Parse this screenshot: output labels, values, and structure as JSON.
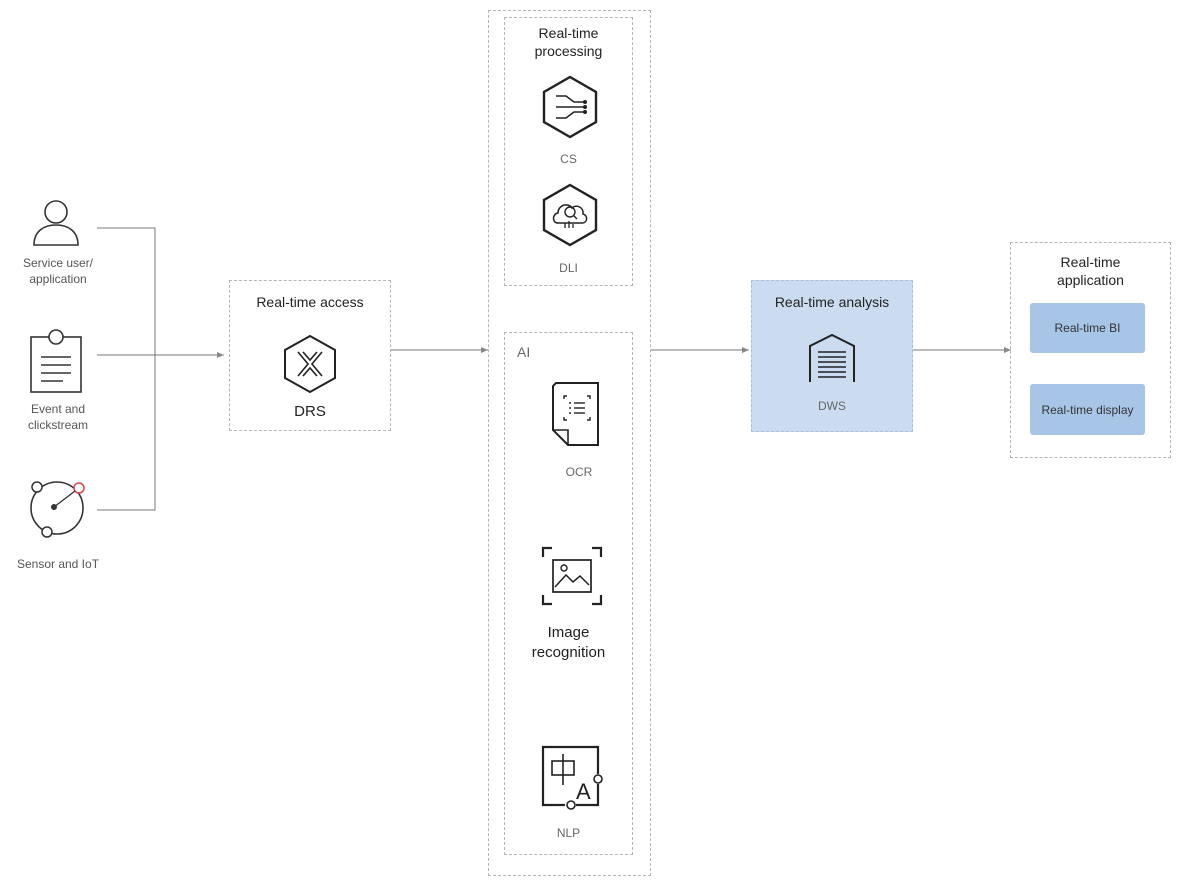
{
  "sources": [
    {
      "label": "Service user/\napplication",
      "icon": "person-icon"
    },
    {
      "label": "Event and\nclickstream",
      "icon": "document-icon"
    },
    {
      "label": "Sensor and IoT",
      "icon": "iot-sensor-icon"
    }
  ],
  "access": {
    "title": "Real-time access",
    "service": "DRS"
  },
  "processing": {
    "title": "Real-time\nprocessing",
    "services": [
      {
        "name": "CS",
        "icon": "cs-icon"
      },
      {
        "name": "DLI",
        "icon": "dli-icon"
      }
    ]
  },
  "ai": {
    "title": "AI",
    "services": [
      {
        "name": "OCR",
        "icon": "ocr-icon"
      },
      {
        "name": "Image\nrecognition",
        "icon": "image-recognition-icon"
      },
      {
        "name": "NLP",
        "icon": "nlp-icon"
      }
    ]
  },
  "analysis": {
    "title": "Real-time analysis",
    "service": "DWS"
  },
  "application": {
    "title": "Real-time\napplication",
    "items": [
      "Real-time BI",
      "Real-time display"
    ]
  },
  "colors": {
    "analysis_bg": "#ccdcf0",
    "app_button": "#a7c5e7",
    "iot_accent": "#e0404a"
  }
}
